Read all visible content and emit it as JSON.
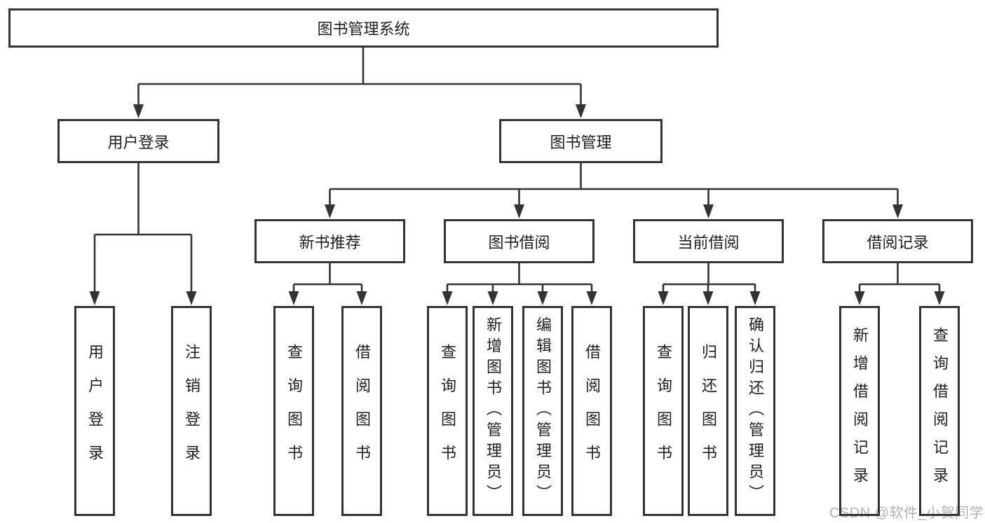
{
  "diagram": {
    "title": "图书管理系统",
    "level2": [
      {
        "label": "用户登录"
      },
      {
        "label": "图书管理"
      }
    ],
    "level3": [
      {
        "label": "新书推荐",
        "parent": "图书管理"
      },
      {
        "label": "图书借阅",
        "parent": "图书管理"
      },
      {
        "label": "当前借阅",
        "parent": "图书管理"
      },
      {
        "label": "借阅记录",
        "parent": "图书管理"
      }
    ],
    "leaves": [
      {
        "group": "用户登录",
        "label": "用户登录"
      },
      {
        "group": "用户登录",
        "label": "注销登录"
      },
      {
        "group": "新书推荐",
        "label": "查询图书"
      },
      {
        "group": "新书推荐",
        "label": "借阅图书"
      },
      {
        "group": "图书借阅",
        "label": "查询图书"
      },
      {
        "group": "图书借阅",
        "label": "新增图书（管理员）"
      },
      {
        "group": "图书借阅",
        "label": "编辑图书（管理员）"
      },
      {
        "group": "图书借阅",
        "label": "借阅图书"
      },
      {
        "group": "当前借阅",
        "label": "查询图书"
      },
      {
        "group": "当前借阅",
        "label": "归还图书"
      },
      {
        "group": "当前借阅",
        "label": "确认归还（管理员）"
      },
      {
        "group": "借阅记录",
        "label": "新增借阅记录"
      },
      {
        "group": "借阅记录",
        "label": "查询借阅记录"
      }
    ]
  },
  "watermark": {
    "text": "CSDN @软件_小贺同学"
  },
  "colors": {
    "line": "#333333",
    "node_border": "#333333",
    "text": "#1f1f1f",
    "background": "#ffffff",
    "watermark": "#b2b2b2"
  }
}
